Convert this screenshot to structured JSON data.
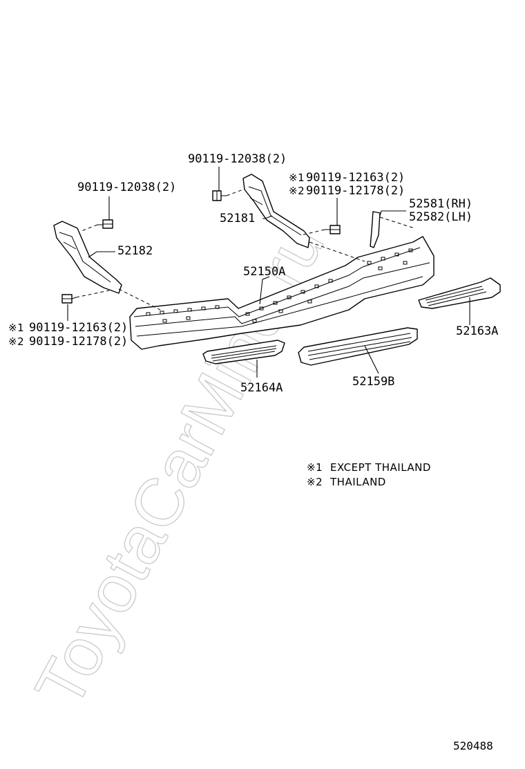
{
  "watermark": "ToyotaCarMine.ru",
  "labels": {
    "bolt_top_center": "90119-12038(2)",
    "bolt_top_left": "90119-12038(2)",
    "bolt_right_1": "90119-12163(2)",
    "bolt_right_2": "90119-12178(2)",
    "bolt_left_1": "90119-12163(2)",
    "bolt_left_2": "90119-12178(2)",
    "mark_1": "※1",
    "mark_2": "※2",
    "bracket_rh": "52181",
    "bracket_lh": "52182",
    "bumper": "52150A",
    "seal_rh": "52581(RH)",
    "seal_lh": "52582(LH)",
    "step_pad_right": "52163A",
    "step_pad_left": "52164A",
    "step_pad_center": "52159B"
  },
  "notes": [
    {
      "mark": "※1",
      "text": "EXCEPT THAILAND"
    },
    {
      "mark": "※2",
      "text": "THAILAND"
    }
  ],
  "figure_number": "520488"
}
